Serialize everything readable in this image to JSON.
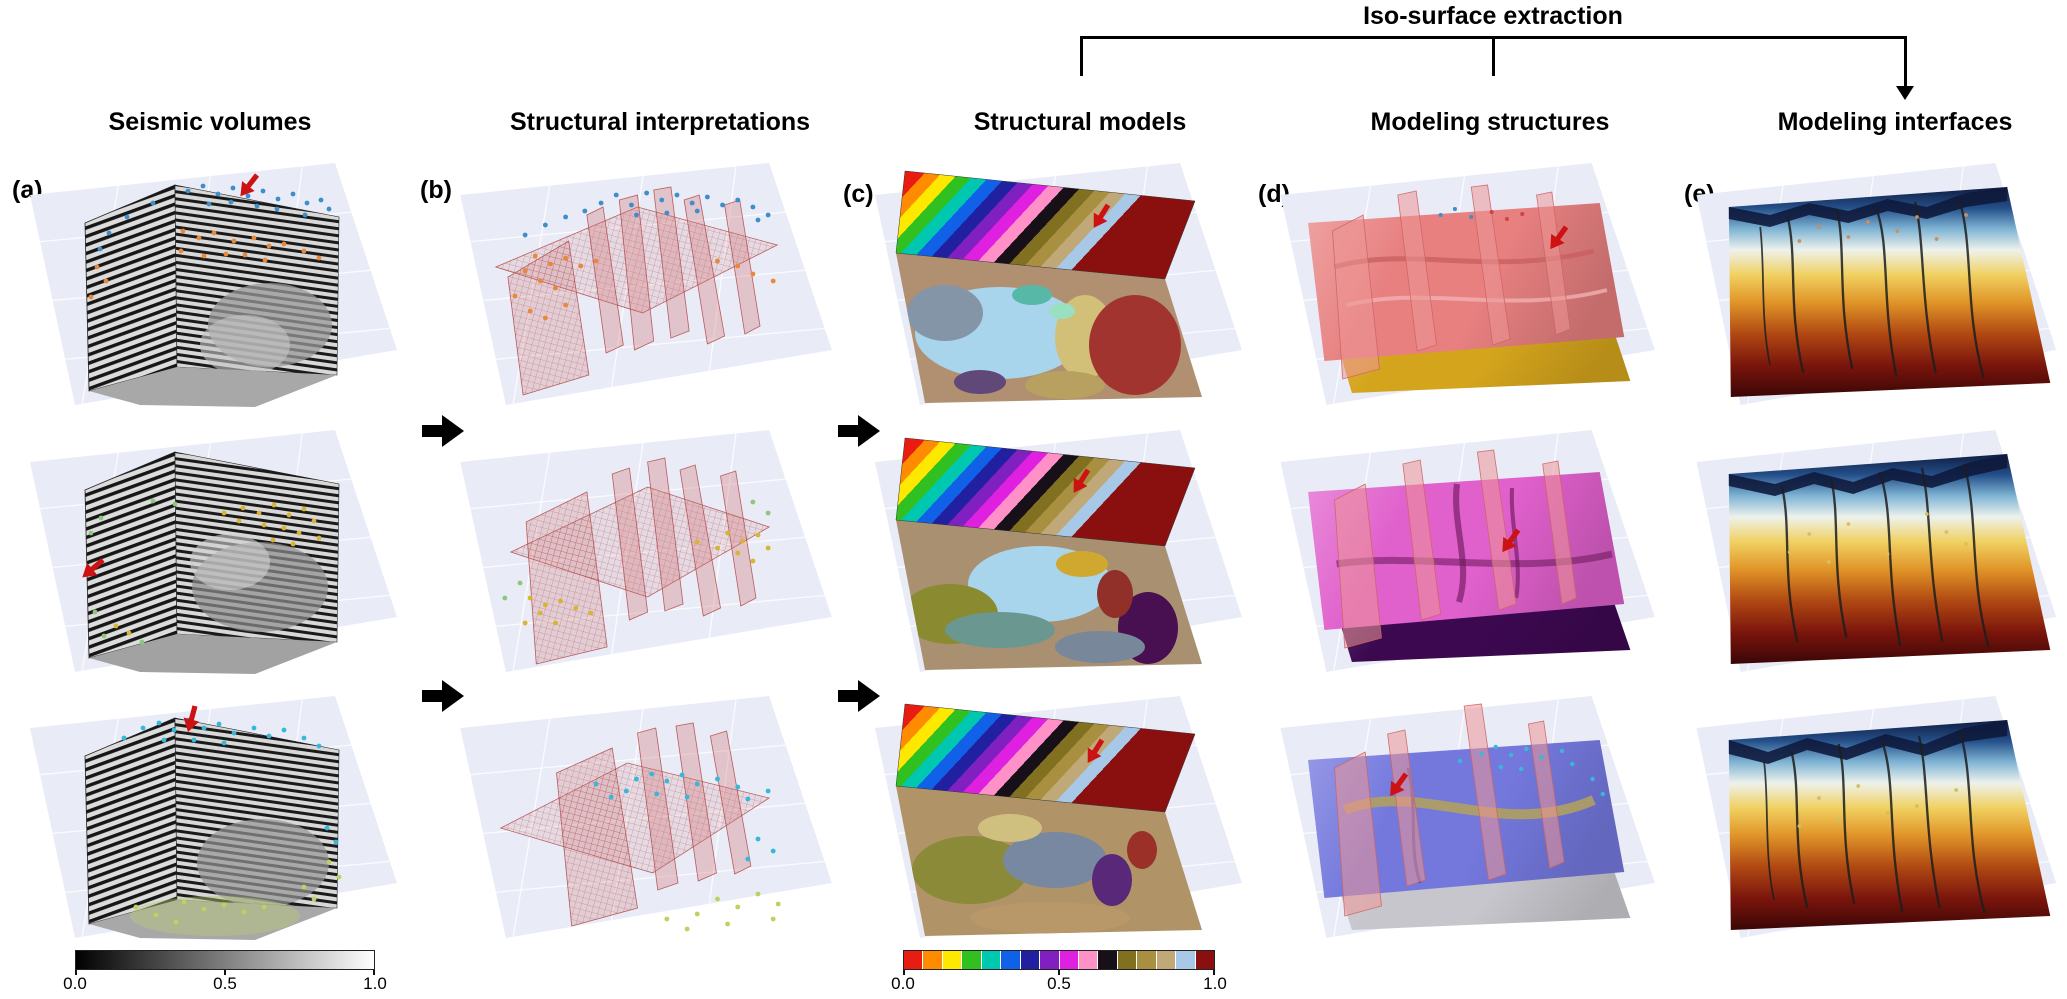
{
  "title": "Iso-surface extraction",
  "columns": [
    {
      "id": "a",
      "label": "(a)",
      "header": "Seismic volumes"
    },
    {
      "id": "b",
      "label": "(b)",
      "header": "Structural interpretations"
    },
    {
      "id": "c",
      "label": "(c)",
      "header": "Structural models"
    },
    {
      "id": "d",
      "label": "(d)",
      "header": "Modeling structures"
    },
    {
      "id": "e",
      "label": "(e)",
      "header": "Modeling interfaces"
    }
  ],
  "rows": 3,
  "colorbar_seismic": {
    "ticks": [
      "0.0",
      "0.5",
      "1.0"
    ],
    "gradient_start": "#000000",
    "gradient_end": "#ffffff"
  },
  "colorbar_model": {
    "ticks": [
      "0.0",
      "0.5",
      "1.0"
    ],
    "segments": [
      "#e81c10",
      "#ff8c00",
      "#ffe800",
      "#30c020",
      "#00c8b0",
      "#1060e8",
      "#2020a0",
      "#8020c0",
      "#e020e0",
      "#ff90c8",
      "#181018",
      "#807020",
      "#a89040",
      "#c0a878",
      "#a8c8e8",
      "#8a1010"
    ]
  },
  "palette": {
    "annotation_arrow": "#cc1212",
    "flow_arrow": "#000000",
    "pane_background": "#e9ecf7",
    "interpretation_surface": "#c87878",
    "row1_picks": [
      "#3d8ec9",
      "#e8883a"
    ],
    "row2_picks": [
      "#d8b432",
      "#8cc87c"
    ],
    "row3_picks": [
      "#38b8d8",
      "#c0d060"
    ],
    "structure_row1_surfaces": [
      "#e88080",
      "#d4a41c"
    ],
    "structure_row2_surfaces": [
      "#e060cc",
      "#3c0850"
    ],
    "structure_row3_surfaces": [
      "#7478dd",
      "#c6c6cc"
    ],
    "interface_colormap": [
      "#101c40",
      "#7fb4d4",
      "#eef2ec",
      "#f0d060",
      "#d07820",
      "#8a1a10",
      "#400606"
    ]
  }
}
